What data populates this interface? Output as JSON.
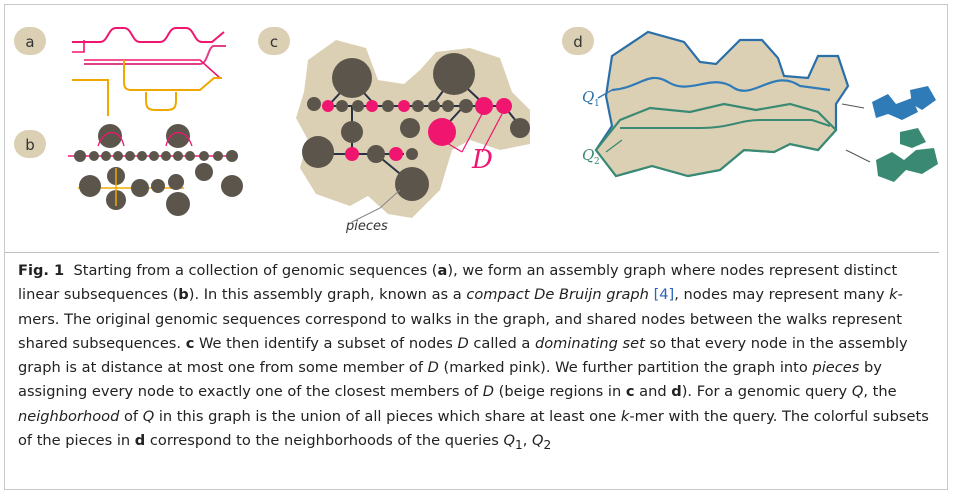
{
  "panels": {
    "a": "a",
    "b": "b",
    "c": "c",
    "d": "d"
  },
  "annotations": {
    "pieces": "pieces",
    "D": "D",
    "Q1": "Q",
    "Q1_sub": "1",
    "Q2": "Q",
    "Q2_sub": "2"
  },
  "colors": {
    "pink": "#f0166f",
    "orange": "#f0a800",
    "beige": "#dcd0b4",
    "node": "#5b554b",
    "blue": "#2f7bb8",
    "green": "#3a8a73"
  },
  "caption": {
    "fig_label": "Fig. 1",
    "s1": "Starting from a collection of genomic sequences (",
    "a1": "a",
    "s2": "), we form an assembly graph where nodes represent distinct linear subsequences (",
    "b1": "b",
    "s3": "). In this assembly graph, known as a ",
    "cdbg": "compact De Bruijn graph",
    "s4": " ",
    "ref4": "[4]",
    "s5": ", nodes may represent many ",
    "k1": "k",
    "s6": "-mers. The original genomic sequences correspond to walks in the graph, and shared nodes between the walks represent shared subsequences. ",
    "c1": "c",
    "s7": " We then identify a subset of nodes ",
    "D1": "D",
    "s8": " called a ",
    "domset": "dominating set",
    "s9": " so that every node in the assembly graph is at distance at most one from some member of ",
    "D2": "D",
    "s10": " (marked pink). We further partition the graph into ",
    "pieces": "pieces",
    "s11": " by assigning every node to exactly one of the closest members of ",
    "D3": "D",
    "s12": " (beige regions in ",
    "c2": "c",
    "s13": " and ",
    "d1": "d",
    "s14": "). For a genomic query ",
    "Q1": "Q",
    "s15": ", the ",
    "nbhd": "neighborhood",
    "s16": " of ",
    "Q2": "Q",
    "s17": " in this graph is the union of all pieces which share at least one ",
    "k2": "k",
    "s18": "-mer with the query. The colorful subsets of the pieces in ",
    "d2": "d",
    "s19": " correspond to the neighborhoods of the queries ",
    "Qa": "Q",
    "Qa_sub": "1",
    "comma": ", ",
    "Qb": "Q",
    "Qb_sub": "2"
  }
}
